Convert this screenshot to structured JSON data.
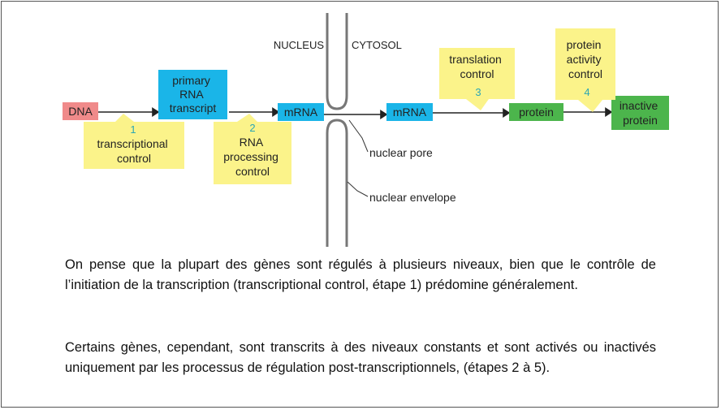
{
  "regions": {
    "nucleus": "NUCLEUS",
    "cytosol": "CYTOSOL"
  },
  "nodes": {
    "dna": "DNA",
    "primary_transcript": [
      "primary",
      "RNA",
      "transcript"
    ],
    "mrna_nucleus": "mRNA",
    "mrna_cytosol": "mRNA",
    "protein": "protein",
    "inactive_protein": [
      "inactive",
      "protein"
    ]
  },
  "controls": [
    {
      "step": "1",
      "lines": [
        "transcriptional",
        "control"
      ]
    },
    {
      "step": "2",
      "lines": [
        "RNA",
        "processing",
        "control"
      ]
    },
    {
      "step": "3",
      "lines": [
        "translation",
        "control"
      ]
    },
    {
      "step": "4",
      "lines": [
        "protein",
        "activity",
        "control"
      ]
    }
  ],
  "labels": {
    "nuclear_pore": "nuclear pore",
    "nuclear_envelope": "nuclear envelope"
  },
  "colors": {
    "dna_box": "#f08a8a",
    "rna_box": "#1ab5e8",
    "protein_box": "#4cb54c",
    "control_box": "#fbf38a",
    "step_number": "#2aa6b5",
    "membrane": "#777777"
  },
  "text": {
    "paragraph1": "On pense que la plupart des gènes sont régulés à plusieurs niveaux, bien que le contrôle de l’initiation de la transcription (transcriptional control, étape 1) prédomine généralement.",
    "paragraph2": "Certains gènes, cependant, sont transcrits à des niveaux constants et sont activés ou inactivés uniquement par les processus de régulation post-transcriptionnels, (étapes 2 à 5)."
  }
}
